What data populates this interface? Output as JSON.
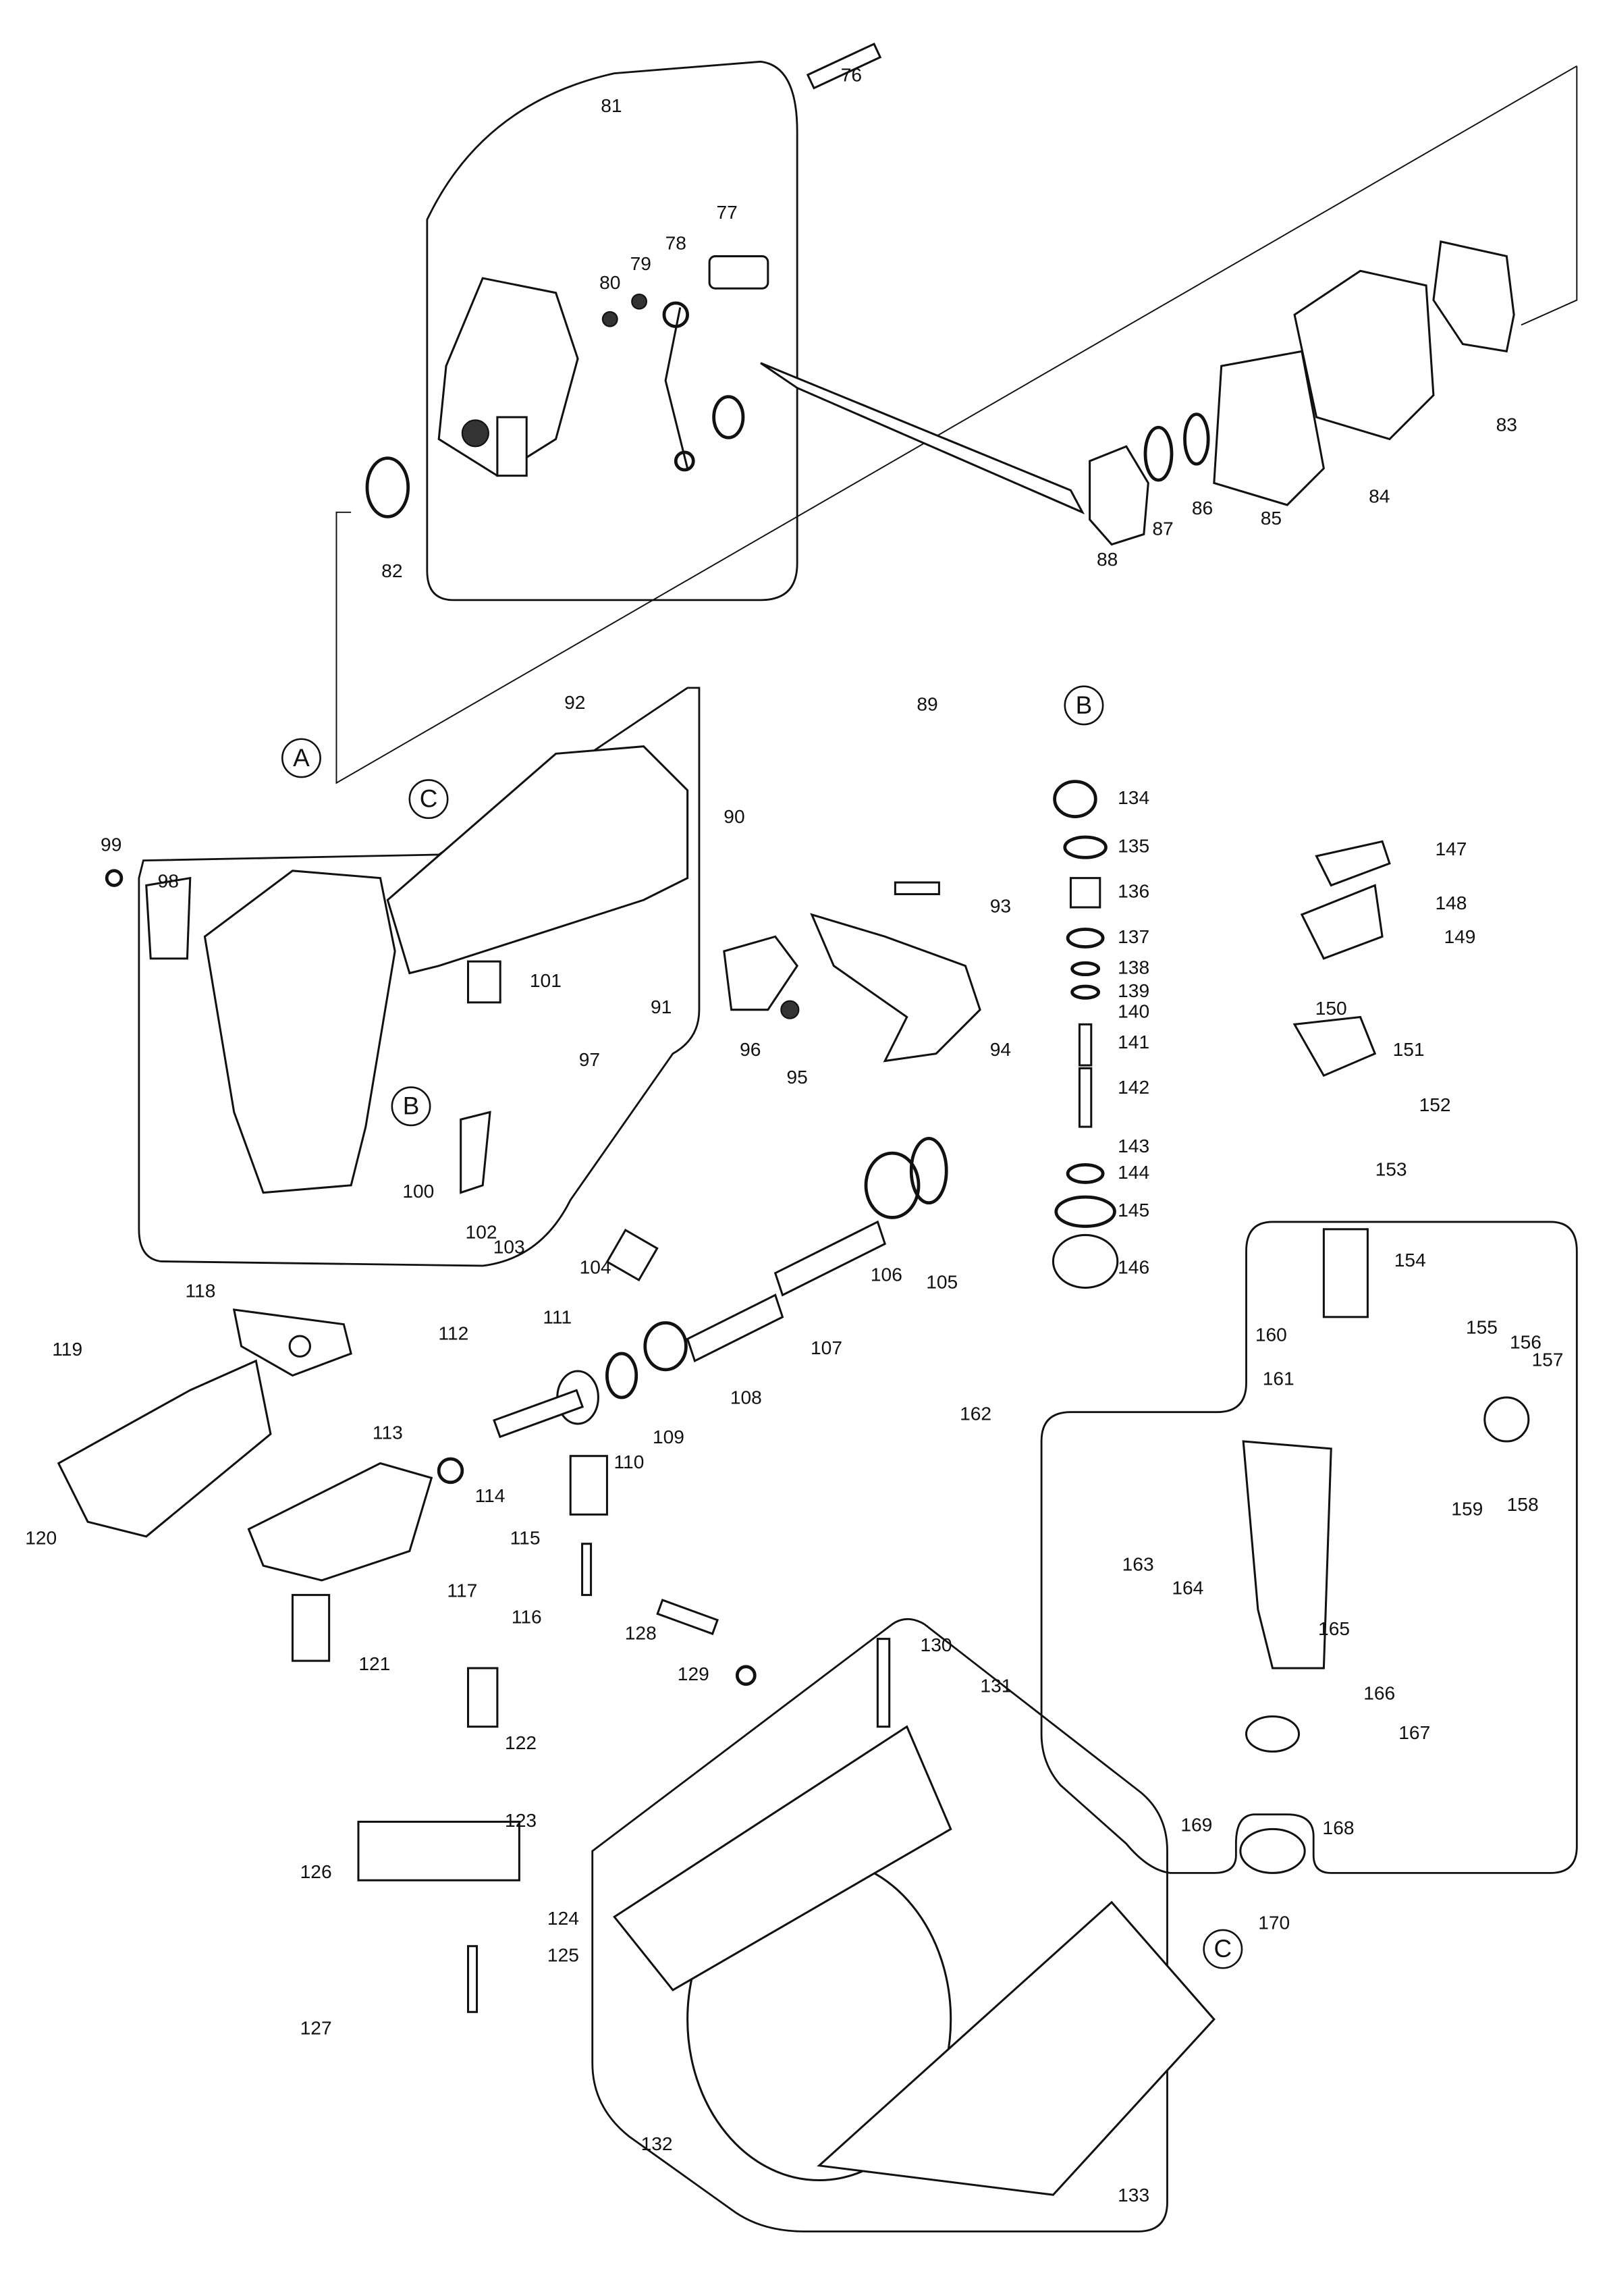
{
  "diagram": {
    "type": "exploded-parts-view",
    "callout_letters": [
      "A",
      "B",
      "C"
    ],
    "labels": [
      "76",
      "81",
      "77",
      "78",
      "79",
      "80",
      "82",
      "83",
      "84",
      "85",
      "86",
      "87",
      "88",
      "89",
      "90",
      "92",
      "99",
      "98",
      "101",
      "91",
      "97",
      "100",
      "102",
      "103",
      "104",
      "93",
      "96",
      "95",
      "94",
      "134",
      "135",
      "136",
      "137",
      "138",
      "139",
      "140",
      "141",
      "142",
      "143",
      "144",
      "145",
      "146",
      "147",
      "148",
      "149",
      "150",
      "151",
      "152",
      "153",
      "154",
      "155",
      "156",
      "157",
      "160",
      "161",
      "162",
      "158",
      "159",
      "163",
      "164",
      "165",
      "166",
      "167",
      "168",
      "169",
      "170",
      "105",
      "106",
      "107",
      "108",
      "109",
      "110",
      "111",
      "112",
      "113",
      "114",
      "115",
      "116",
      "117",
      "118",
      "119",
      "120",
      "121",
      "122",
      "123",
      "124",
      "125",
      "126",
      "127",
      "128",
      "129",
      "130",
      "131",
      "132",
      "133"
    ]
  }
}
